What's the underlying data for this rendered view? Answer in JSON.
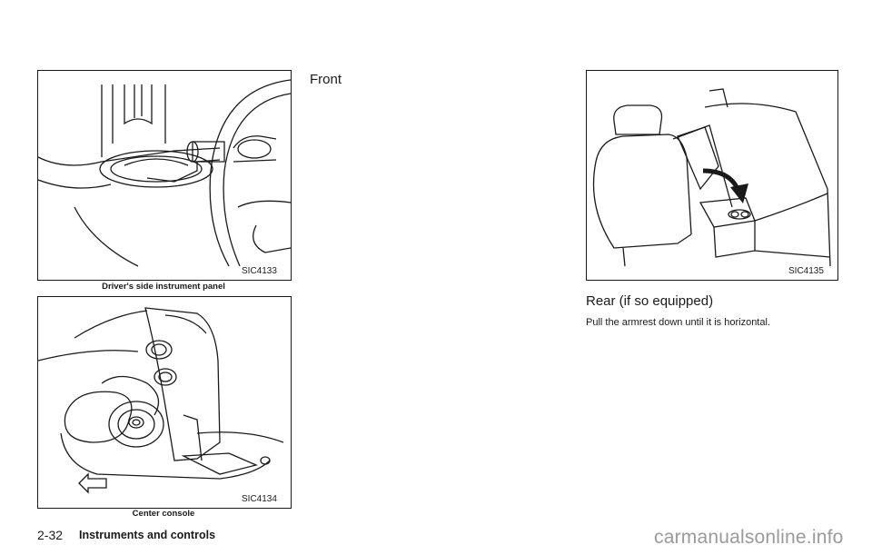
{
  "figures": {
    "driver_panel": {
      "code": "SIC4133",
      "caption": "Driver's side instrument panel"
    },
    "center_console": {
      "code": "SIC4134",
      "caption": "Center console"
    },
    "rear_armrest": {
      "code": "SIC4135"
    }
  },
  "sections": {
    "front_heading": "Front",
    "rear_heading": "Rear (if so equipped)",
    "rear_body": "Pull the armrest down until it is horizontal."
  },
  "footer": {
    "page_number": "2-32",
    "section_title": "Instruments and controls"
  },
  "watermark": "carmanualsonline.info"
}
